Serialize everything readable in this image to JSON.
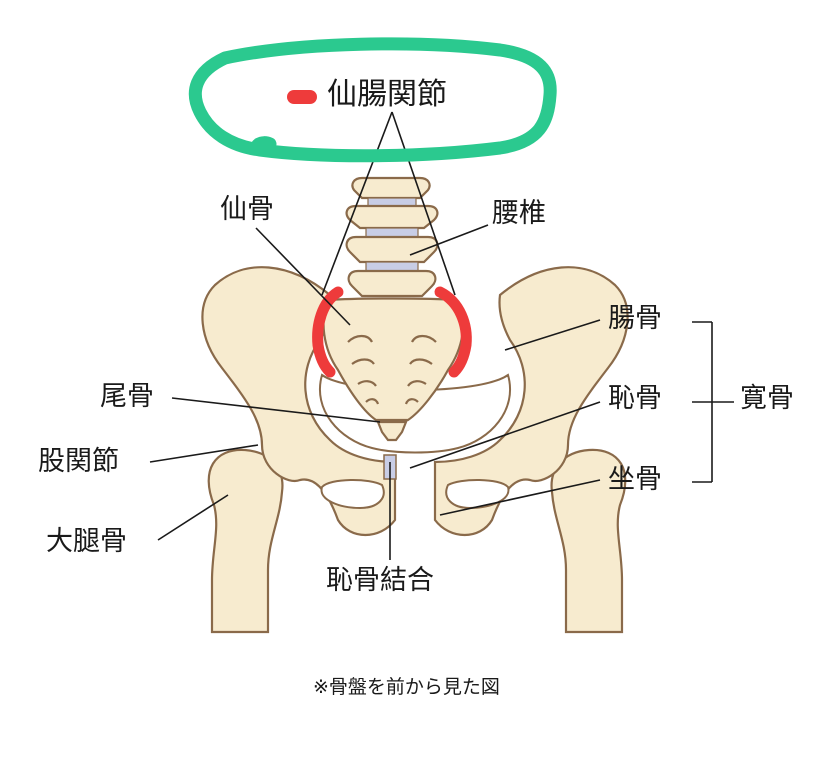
{
  "colors": {
    "bone_fill": "#f7ebcf",
    "bone_outline": "#8a6a4a",
    "joint_highlight": "#ee3b3b",
    "disc": "#c8cde6",
    "annotation_marker": "#2bc98f",
    "leader_line": "#1a1a1a"
  },
  "legend": {
    "swatch_icon": "red-pill-swatch",
    "label": "仙腸関節"
  },
  "labels": {
    "sacrum": "仙骨",
    "lumbar_spine": "腰椎",
    "ilium": "腸骨",
    "coccyx": "尾骨",
    "pubis": "恥骨",
    "hip_bone": "寛骨",
    "hip_joint": "股関節",
    "ischium": "坐骨",
    "femur": "大腿骨",
    "pubic_symphysis": "恥骨結合"
  },
  "caption": "※骨盤を前から見た図"
}
